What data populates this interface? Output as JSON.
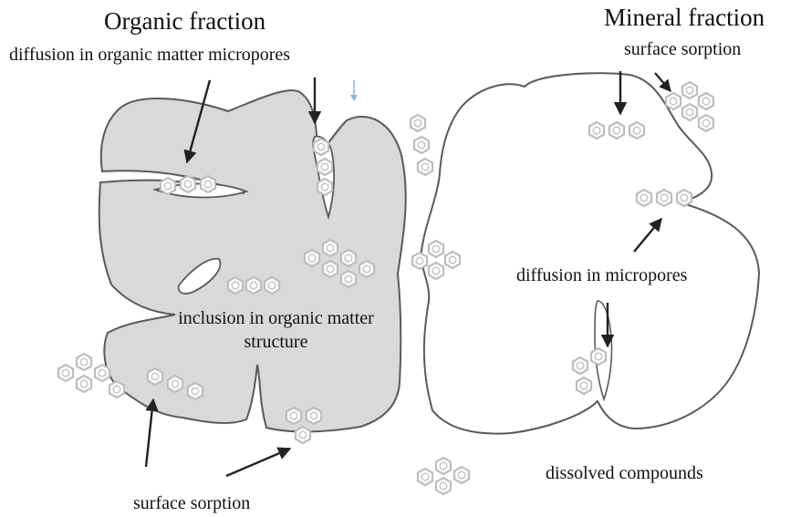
{
  "organic": {
    "title": "Organic fraction",
    "subtitle": "diffusion in organic matter micropores",
    "inclusion": "inclusion in organic matter structure",
    "surface_sorption": "surface sorption"
  },
  "mineral": {
    "title": "Mineral fraction",
    "surface_sorption": "surface sorption",
    "micropores": "diffusion in micropores"
  },
  "dissolved": "dissolved compounds",
  "colors": {
    "organic_fill": "#d9d9d9",
    "outline": "#5a5a5a",
    "arrow": "#222222",
    "molecule": "#bdbdbd",
    "pointer_blue": "#8fb5d6"
  },
  "icons": [
    "ring-molecule-icon"
  ]
}
